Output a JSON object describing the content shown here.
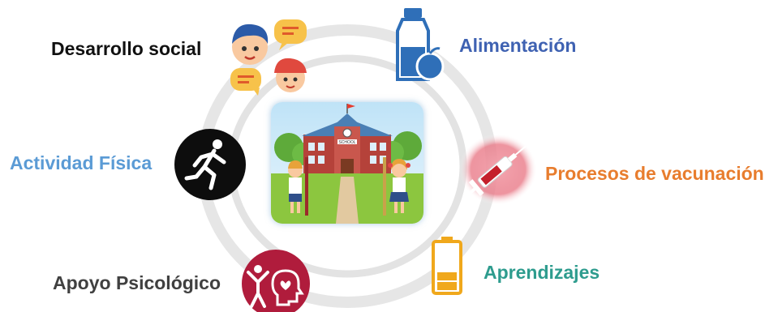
{
  "diagram": {
    "nodes": [
      {
        "id": "social",
        "label": "Desarrollo social",
        "color": "#111111"
      },
      {
        "id": "food",
        "label": "Alimentación",
        "color": "#3F62B2"
      },
      {
        "id": "sport",
        "label": "Actividad Física",
        "color": "#5B9BD5"
      },
      {
        "id": "vaccine",
        "label": "Procesos de vacunación",
        "color": "#E87D2E"
      },
      {
        "id": "psych",
        "label": "Apoyo Psicológico",
        "color": "#404040"
      },
      {
        "id": "learn",
        "label": "Aprendizajes",
        "color": "#2E9C8E"
      }
    ],
    "center": {
      "sign": "SCHOOL"
    }
  },
  "icons": [
    "children-chat-icon",
    "milk-apple-icon",
    "runner-icon",
    "syringe-icon",
    "psychology-icon",
    "battery-icon",
    "school-icon"
  ]
}
